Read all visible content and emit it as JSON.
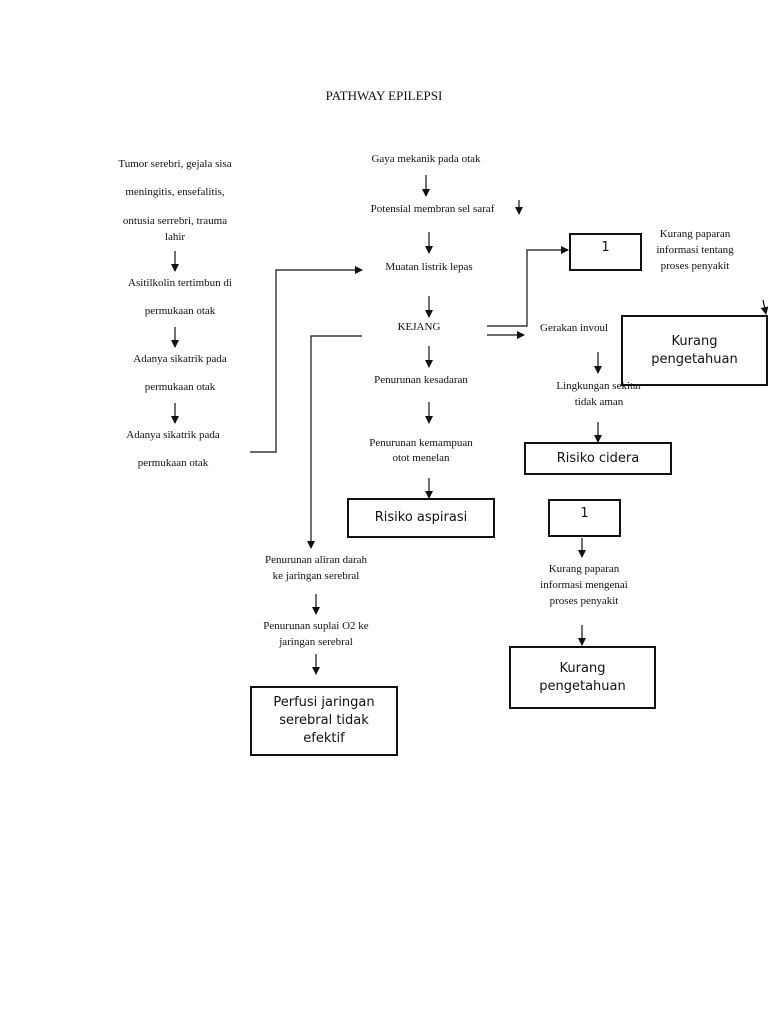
{
  "title": "PATHWAY EPILEPSI",
  "left": {
    "cause_1": "Tumor serebri, gejala sisa",
    "cause_2": "meningitis, ensefalitis,",
    "cause_3": "ontusia serrebri, trauma",
    "cause_4": "lahir",
    "step2_1": "Asitilkolin tertimbun di",
    "step2_2": "permukaan otak",
    "step3_1": "Adanya sikatrik pada",
    "step3_2": "permukaan otak",
    "step4_1": "Adanya sikatrik pada",
    "step4_2": "permukaan otak"
  },
  "center": {
    "n1": "Gaya mekanik pada otak",
    "n2": "Potensial membran sel saraf",
    "n3": "Muatan listrik lepas",
    "n4": "KEJANG",
    "n5": "Penurunan kesadaran",
    "n6_1": "Penurunan kemampuan",
    "n6_2": "otot menelan",
    "box_aspirasi": "Risiko aspirasi"
  },
  "lower": {
    "n1_1": "Penurunan aliran darah",
    "n1_2": "ke jaringan serebral",
    "n2_1": "Penurunan suplai O2 ke",
    "n2_2": "jaringan serebral",
    "box_perfusi_1": "Perfusi jaringan",
    "box_perfusi_2": "serebral tidak",
    "box_perfusi_3": "efektif"
  },
  "right": {
    "box_1_top": "1",
    "info_top_1": "Kurang paparan",
    "info_top_2": "informasi tentang",
    "info_top_3": "proses penyakit",
    "box_kurang_top_1": "Kurang",
    "box_kurang_top_2": "pengetahuan",
    "gerakan": "Gerakan invoul",
    "lingkungan_1": "Lingkungan sekitar",
    "lingkungan_2": "tidak aman",
    "box_cidera": "Risiko cidera",
    "box_1_bottom": "1",
    "info_bottom_1": "Kurang paparan",
    "info_bottom_2": "informasi mengenai",
    "info_bottom_3": "proses penyakit",
    "box_kurang_bottom_1": "Kurang",
    "box_kurang_bottom_2": "pengetahuan"
  }
}
